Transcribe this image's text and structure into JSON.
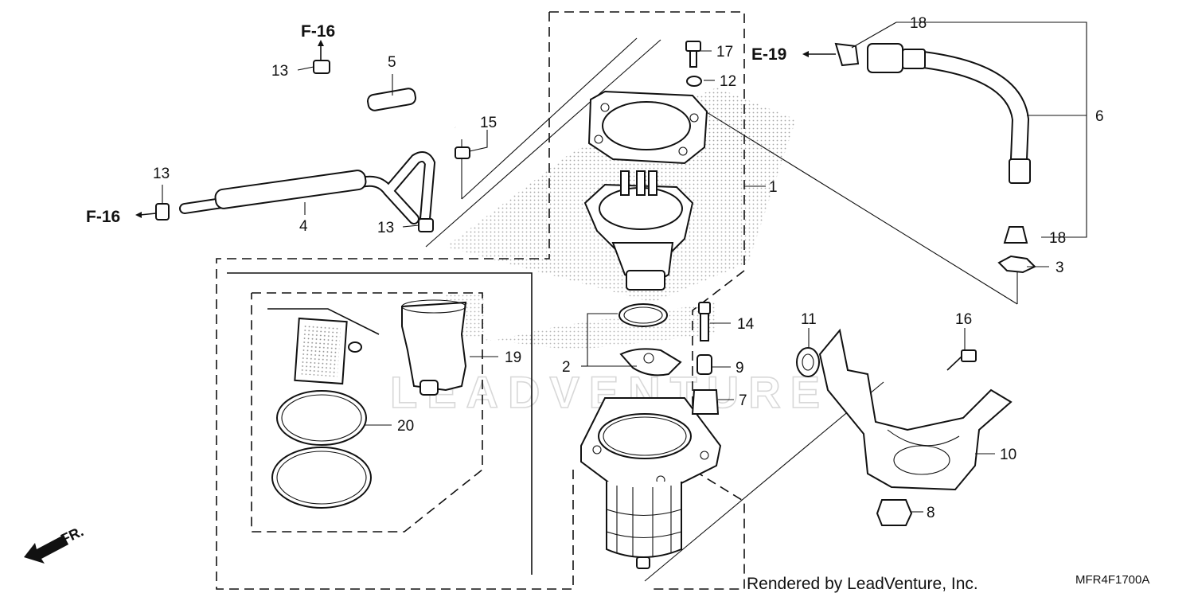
{
  "watermark": "LEADVENTURE",
  "refs": {
    "f16_top": "F-16",
    "f16_left": "F-16",
    "e19": "E-19"
  },
  "callouts": {
    "c1": "1",
    "c2": "2",
    "c3": "3",
    "c4": "4",
    "c5": "5",
    "c6": "6",
    "c7": "7",
    "c8": "8",
    "c9": "9",
    "c10": "10",
    "c11": "11",
    "c12": "12",
    "c13a": "13",
    "c13b": "13",
    "c13c": "13",
    "c14": "14",
    "c15": "15",
    "c16": "16",
    "c17": "17",
    "c18a": "18",
    "c18b": "18",
    "c19": "19",
    "c20": "20"
  },
  "front_marker": "FR.",
  "footer": {
    "credit": "Rendered by LeadVenture, Inc.",
    "diagram_code": "MFR4F1700A"
  },
  "colors": {
    "line": "#111111",
    "watermark": "#d8d8d8",
    "stipple": "#888888"
  }
}
